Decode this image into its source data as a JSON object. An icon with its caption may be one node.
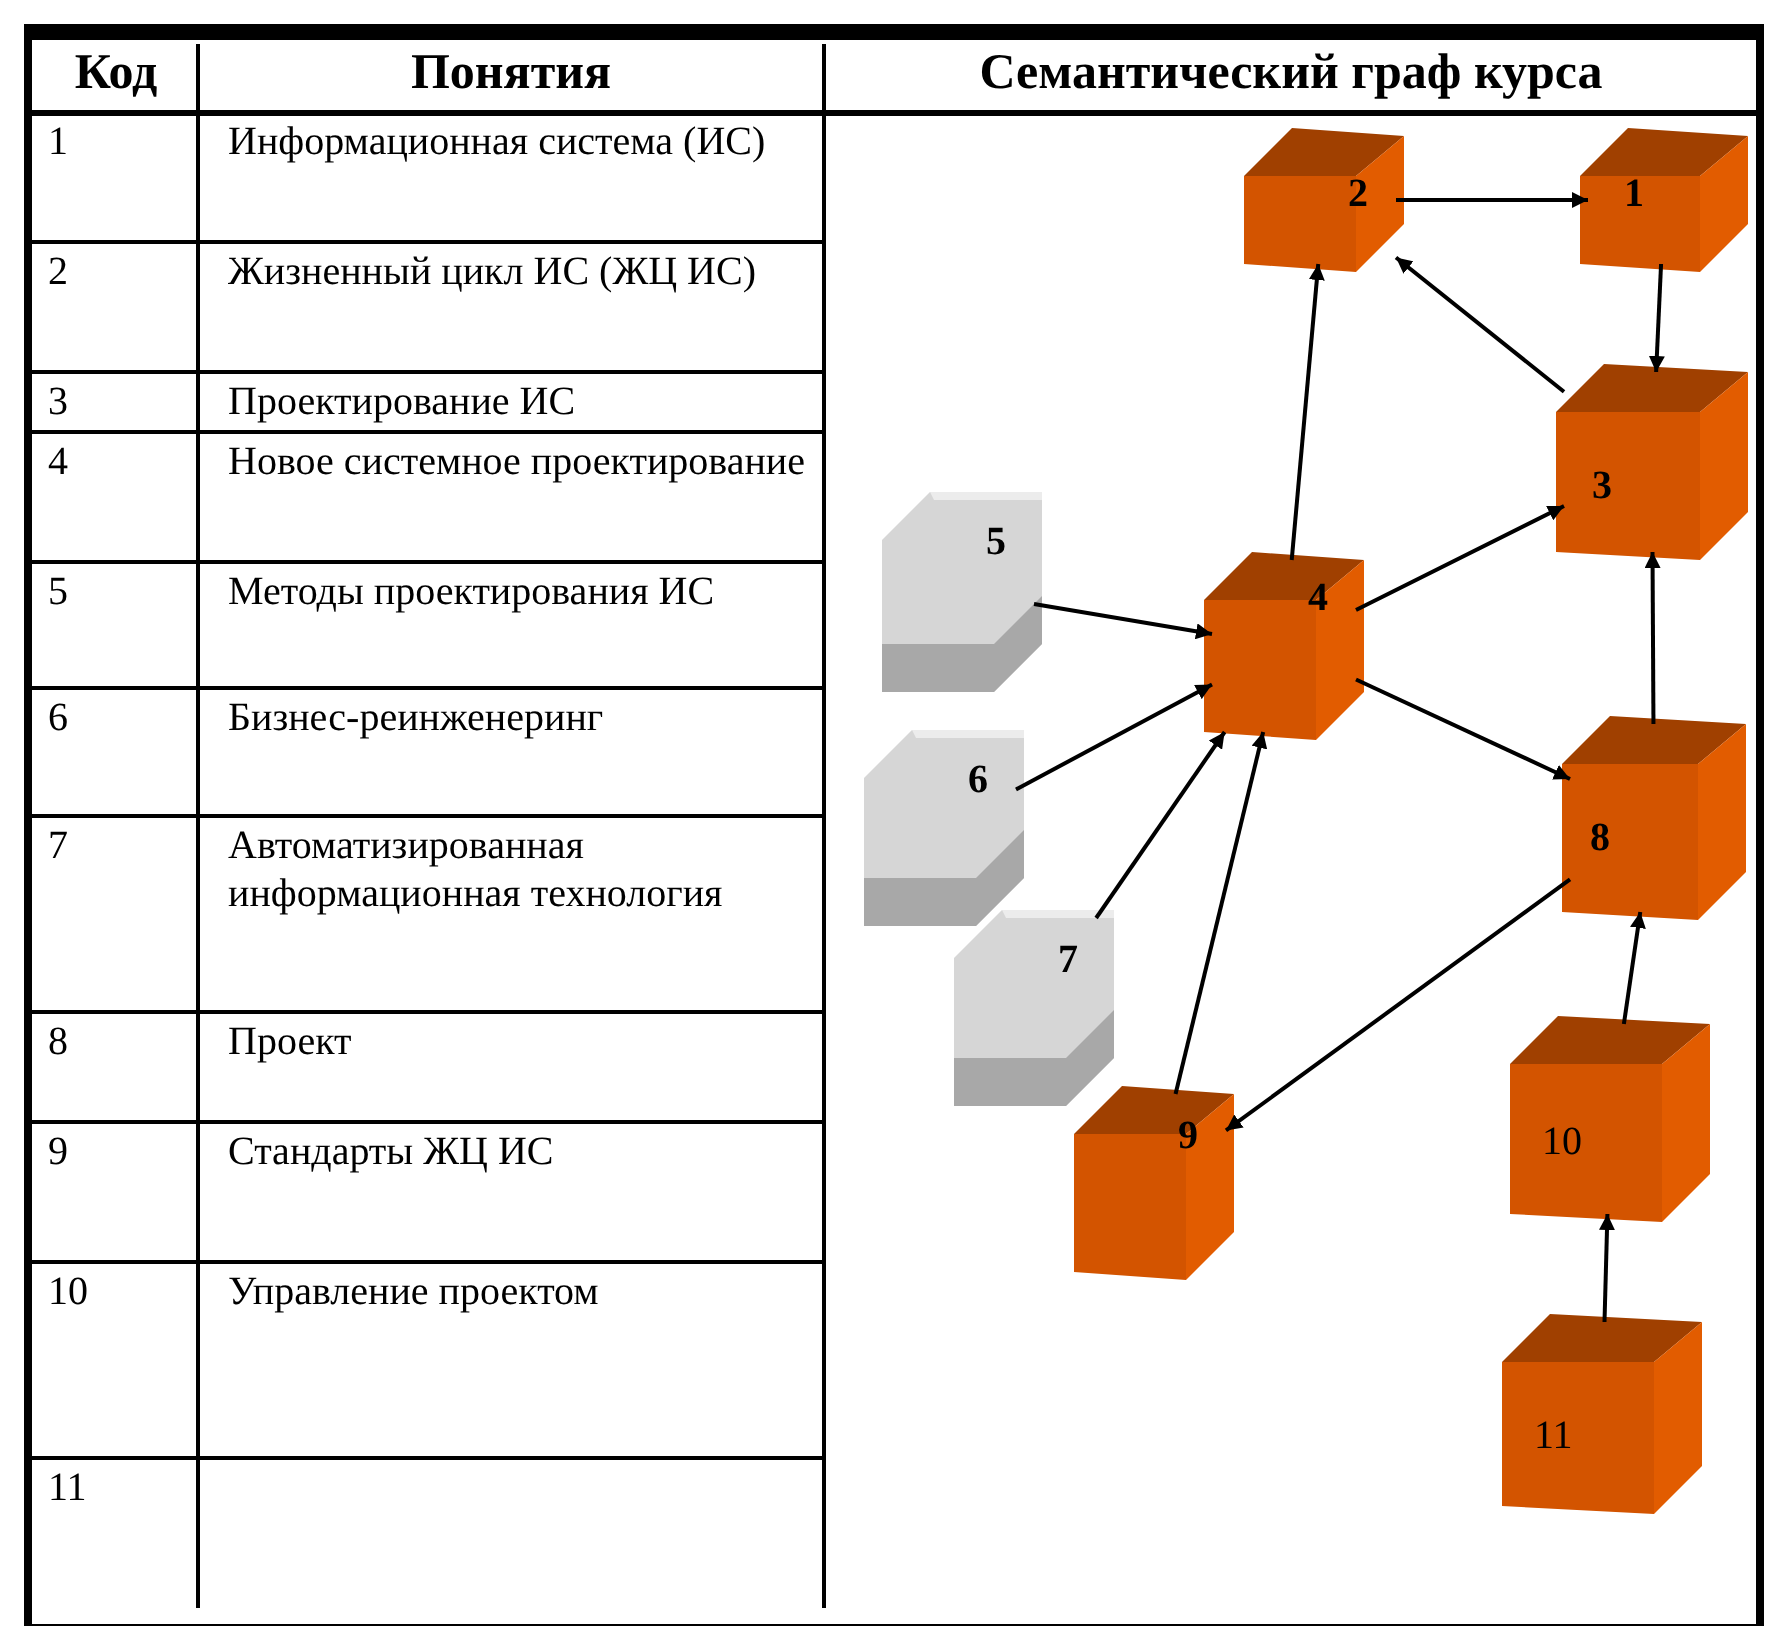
{
  "diagram": {
    "title": "Семантический граф курса",
    "nodes": [
      {
        "text": [
          "1"
        ]
      },
      {
        "text": [
          "2"
        ]
      },
      {
        "text": [
          "3"
        ]
      },
      {
        "text": [
          "4"
        ]
      },
      {
        "text": [
          "5"
        ]
      },
      {
        "text": [
          "6"
        ]
      },
      {
        "text": [
          "7"
        ]
      },
      {
        "text": [
          "8"
        ]
      },
      {
        "text": [
          "9"
        ]
      },
      {
        "text": [
          "10"
        ]
      },
      {
        "text": [
          "11"
        ]
      }
    ],
    "edges": [
      {
        "from": 1,
        "to": 0,
        "arrow": "to"
      },
      {
        "from": 3,
        "to": 1,
        "arrow": "to"
      },
      {
        "from": 2,
        "to": 1,
        "arrow": "to"
      },
      {
        "from": 0,
        "to": 2,
        "arrow": "to"
      },
      {
        "from": 3,
        "to": 2,
        "arrow": "to"
      },
      {
        "from": 4,
        "to": 3,
        "arrow": "to"
      },
      {
        "from": 5,
        "to": 3,
        "arrow": "to"
      },
      {
        "from": 6,
        "to": 3,
        "arrow": "to"
      },
      {
        "from": 8,
        "to": 3,
        "arrow": "to"
      },
      {
        "from": 3,
        "to": 7,
        "arrow": "to"
      },
      {
        "from": 7,
        "to": 2,
        "arrow": "to"
      },
      {
        "from": 7,
        "to": 8,
        "arrow": "to"
      },
      {
        "from": 9,
        "to": 7,
        "arrow": "to"
      },
      {
        "from": 10,
        "to": 9,
        "arrow": "to"
      }
    ],
    "labels": [
      "Код",
      "Понятия",
      "1",
      "Информационная система (ИС)",
      "2",
      "Жизненный цикл ИС (ЖЦ ИС)",
      "3",
      "Проектирование ИС",
      "4",
      "Новое системное проектирование",
      "5",
      "Методы проектирования ИС",
      "6",
      "Бизнес-реинженеринг",
      "7",
      "Автоматизированная информационная технология",
      "8",
      "Проект",
      "9",
      "Стандарты ЖЦ ИС",
      "10",
      "Управление проектом",
      "11"
    ]
  }
}
